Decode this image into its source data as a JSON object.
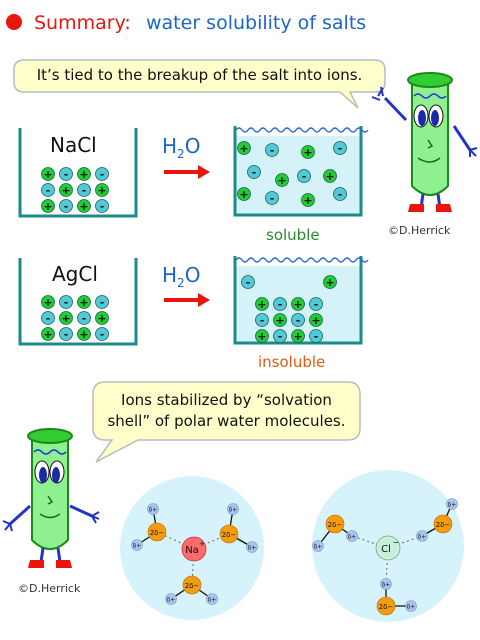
{
  "title": {
    "label": "Summary:",
    "text": "water solubility of salts",
    "bullet_color": "#e8160c",
    "label_color": "#e8160c",
    "text_color": "#1a66cc"
  },
  "bubble_top": {
    "text": "It’s tied to the breakup of the salt into ions."
  },
  "bubble_bottom": {
    "line1": "Ions stabilized by “solvation",
    "line2": "shell” of polar water molecules."
  },
  "row1": {
    "salt": "NaCl",
    "solvent": "H",
    "solvent_sub": "2",
    "solvent_tail": "O",
    "result": "soluble",
    "result_color": "#2c8a2c"
  },
  "row2": {
    "salt": "AgCl",
    "solvent": "H",
    "solvent_sub": "2",
    "solvent_tail": "O",
    "result": "insoluble",
    "result_color": "#e05a10"
  },
  "credits": {
    "top": "©D.Herrick",
    "bottom": "©D.Herrick"
  },
  "ions": {
    "plus": "+",
    "minus": "-",
    "plus_color": "#22cc33",
    "minus_color": "#55c8d8"
  },
  "solvation": {
    "cation": "Na",
    "cation_charge": "+",
    "anion": "Cl",
    "anion_charge": "−",
    "oxygen_label": "2δ−",
    "hydrogen_label": "δ+",
    "cation_color": "#ff6b6b",
    "anion_color": "#c8f0d8",
    "oxygen_color": "#f39c12",
    "hydrogen_color": "#aac4ee",
    "shell_color": "#d6f3fb"
  },
  "colors": {
    "water": "#d4f2f7",
    "wave": "#2a6ad6",
    "arrow": "#e8160c",
    "beaker": "#1f8a8a"
  }
}
